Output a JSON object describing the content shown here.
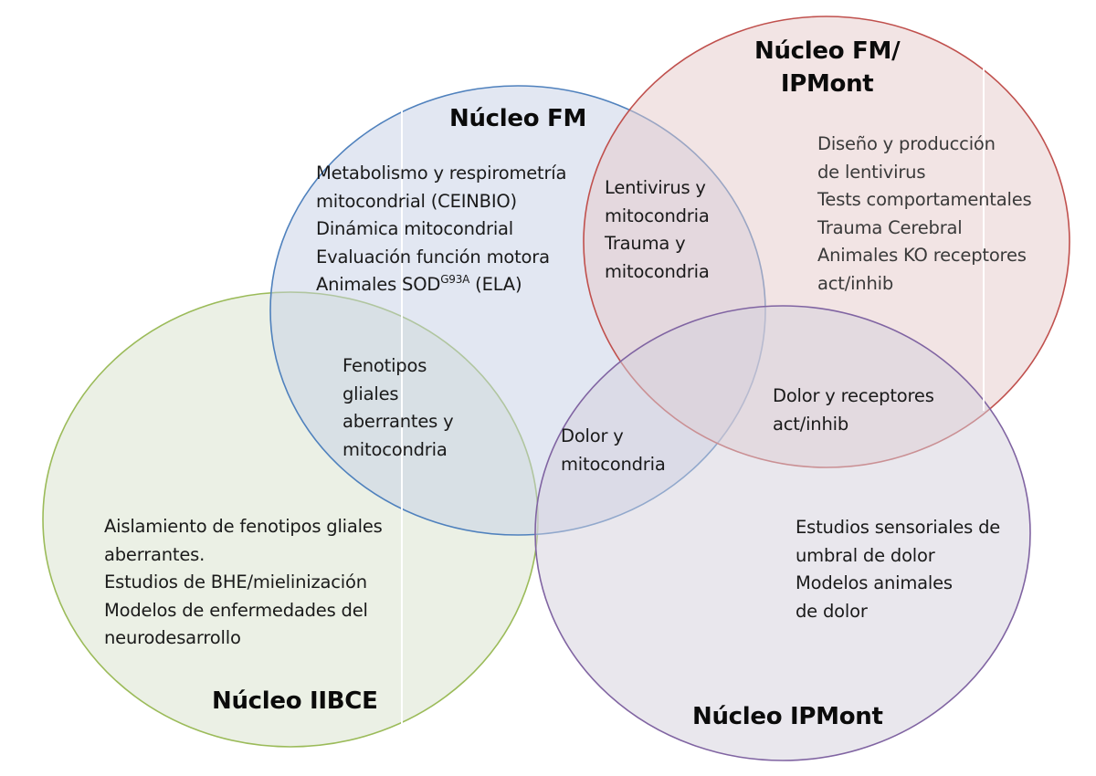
{
  "circles": [
    {
      "id": "fm",
      "title": "Núcleo FM",
      "stroke": "#4f81bd",
      "fill": "#c6cfe6"
    },
    {
      "id": "iibce",
      "title": "Núcleo IIBCE",
      "stroke": "#9bbb59",
      "fill": "#d8e1cc"
    },
    {
      "id": "fm-ipmont",
      "title_lines": [
        "Núcleo FM/",
        "IPMont"
      ],
      "stroke": "#c0504d",
      "fill": "#e6c9c9"
    },
    {
      "id": "ipmont",
      "title": "Núcleo IPMont",
      "stroke": "#8064a2",
      "fill": "#d3cfdb"
    }
  ],
  "fm": {
    "title": "Núcleo FM",
    "items": [
      "Metabolismo y respirometría",
      "mitocondrial (CEINBIO)",
      "Dinámica mitocondrial",
      "Evaluación función motora"
    ],
    "last_item": {
      "prefix": "Animales SOD",
      "superscript": "G93A",
      "suffix": " (ELA)"
    }
  },
  "fm_ipmont": {
    "title_line1": "Núcleo FM/",
    "title_line2": "IPMont",
    "items": [
      "Diseño y producción",
      "de lentivirus",
      "Tests comportamentales",
      "Trauma Cerebral",
      "Animales KO receptores",
      "act/inhib"
    ]
  },
  "iibce": {
    "title": "Núcleo IIBCE",
    "items": [
      "Aislamiento de fenotipos gliales",
      "aberrantes.",
      "Estudios de BHE/mielinización",
      "Modelos de enfermedades del",
      "neurodesarrollo"
    ]
  },
  "ipmont": {
    "title": "Núcleo IPMont",
    "items": [
      "Estudios sensoriales de",
      "umbral de dolor",
      "Modelos animales",
      "de dolor"
    ]
  },
  "overlaps": {
    "fm_and_fm_ipmont": [
      "Lentivirus y",
      "mitocondria",
      "Trauma y",
      "mitocondria"
    ],
    "fm_and_iibce": [
      "Fenotipos",
      "gliales",
      "aberrantes y",
      "mitocondria"
    ],
    "fm_and_ipmont": [
      "Dolor y",
      "mitocondria"
    ],
    "fm_ipmont_and_ipmont": [
      "Dolor y receptores",
      "act/inhib"
    ]
  }
}
